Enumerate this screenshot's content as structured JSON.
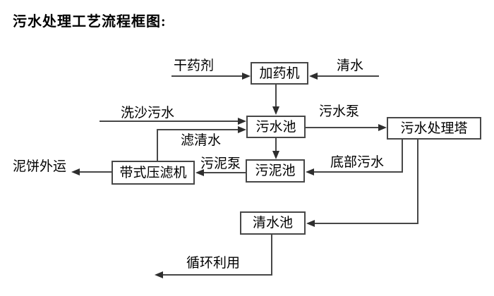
{
  "title": "污水处理工艺流程框图:",
  "nodes": {
    "dosing_machine": "加药机",
    "sewage_pool": "污水池",
    "treatment_tower": "污水处理塔",
    "sludge_pool": "污泥池",
    "belt_filter_press": "带式压滤机",
    "clear_water_pool": "清水池"
  },
  "labels": {
    "dry_chemical": "干药剂",
    "clear_water": "清水",
    "sand_washing_sewage": "洗沙污水",
    "filtered_water": "滤清水",
    "sewage_pump": "污水泵",
    "bottom_sewage": "底部污水",
    "sludge_pump": "污泥泵",
    "mud_cake_out": "泥饼外运",
    "recycle_use": "循环利用"
  },
  "colors": {
    "line": "#474747",
    "arrow": "#2e2e2e",
    "text": "#000000",
    "background": "#ffffff"
  }
}
